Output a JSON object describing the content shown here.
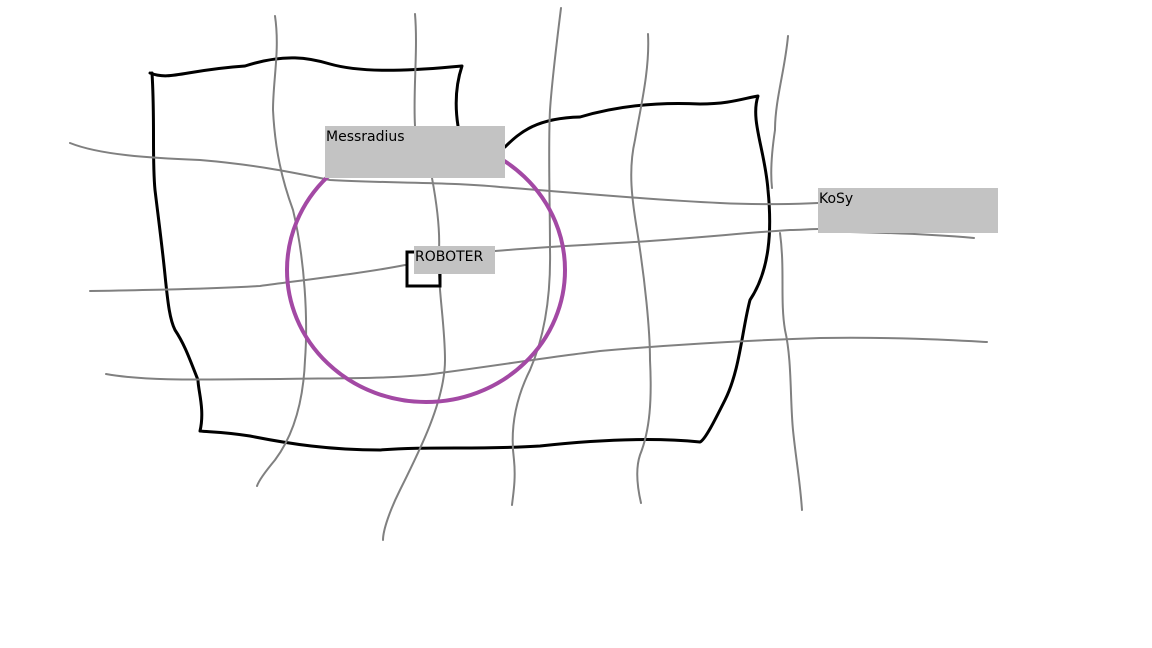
{
  "labels": {
    "messradius": "Messradius",
    "roboter": "ROBOTER",
    "kosy": "KoSy"
  },
  "colors": {
    "background": "#ffffff",
    "outline": "#000000",
    "grid_lines": "#808080",
    "radius_circle": "#a349a4",
    "label_box": "#c3c3c3"
  }
}
